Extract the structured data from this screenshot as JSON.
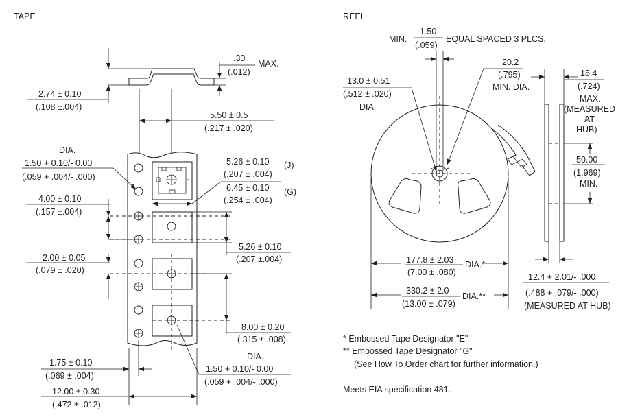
{
  "tape": {
    "heading": "TAPE",
    "thickness_max": {
      "mm": ".30",
      "in": "(.012)",
      "suffix": "MAX."
    },
    "height": {
      "mm": "2.74 ± 0.10",
      "in": "(.108 ±.004)"
    },
    "hole_center": {
      "mm": "5.50 ± 0.5",
      "in": "(.217 ± .020)"
    },
    "hole_dia": {
      "label": "DIA.",
      "mm": "1.50 + 0.10/- 0.00",
      "in": "(.059 + .004/- .000)"
    },
    "pocket_width": {
      "mm_j": "5.26 ± 0.10",
      "in_j": "(.207 ± .004)",
      "tag_j": "(J)",
      "mm_g": "6.45 ± 0.10",
      "in_g": "(.254 ± .004)",
      "tag_g": "(G)"
    },
    "sprocket_pitch": {
      "mm": "4.00 ± 0.10",
      "in": "(.157 ±.004)"
    },
    "pocket_length": {
      "mm": "5.26 ± 0.10",
      "in": "(.207 ±.004)"
    },
    "pocket_offset": {
      "mm": "2.00 ± 0.05",
      "in": "(.079 ± .020)"
    },
    "pocket_pitch": {
      "mm": "8.00 ± 0.20",
      "in": "(.315 ± .008)"
    },
    "pocket_hole_dia": {
      "label": "DIA.",
      "mm": "1.50 + 0.10/- 0.00",
      "in": "(.059 + .004/- .000)"
    },
    "edge_to_hole": {
      "mm": "1.75 ± 0.10",
      "in": "(.069 ± .004)"
    },
    "tape_width": {
      "mm": "12.00 ± 0.30",
      "in": "(.472 ± .012)"
    }
  },
  "reel": {
    "heading": "REEL",
    "slot": {
      "prefix": "MIN.",
      "mm": "1.50",
      "in": "(.059)",
      "suffix": "EQUAL SPACED 3 PLCS."
    },
    "arbor": {
      "mm": "13.0 ± 0.51",
      "in": "(.512 ± .020)",
      "label": "DIA."
    },
    "drive": {
      "mm": "20.2",
      "in": "(.795)",
      "label": "MIN. DIA."
    },
    "flange_thickness": {
      "mm": "18.4",
      "in": "(.724)",
      "line1": "MAX.",
      "line2": "(MEASURED",
      "line3": "AT",
      "line4": "HUB)"
    },
    "hub_dia": {
      "mm": "50.00",
      "in": "(1.969)",
      "label": "MIN."
    },
    "dia_e": {
      "mm": "177.8 ± 2.03",
      "in": "(7.00 ± .080)",
      "label": "DIA.*"
    },
    "dia_g": {
      "mm": "330.2 ± 2.0",
      "in": "(13.00 ± .079)",
      "label": "DIA.**"
    },
    "width": {
      "mm": "12.4 + 2.01/- .000",
      "in": "(.488 + .079/- .000)",
      "note": "(MEASURED AT HUB)"
    }
  },
  "notes": {
    "note1": "*  Embossed Tape Designator \"E\"",
    "note2": "** Embossed Tape Designator \"G\"",
    "note3": "(See How To Order chart for further information.)",
    "spec": "Meets EIA specification 481."
  }
}
